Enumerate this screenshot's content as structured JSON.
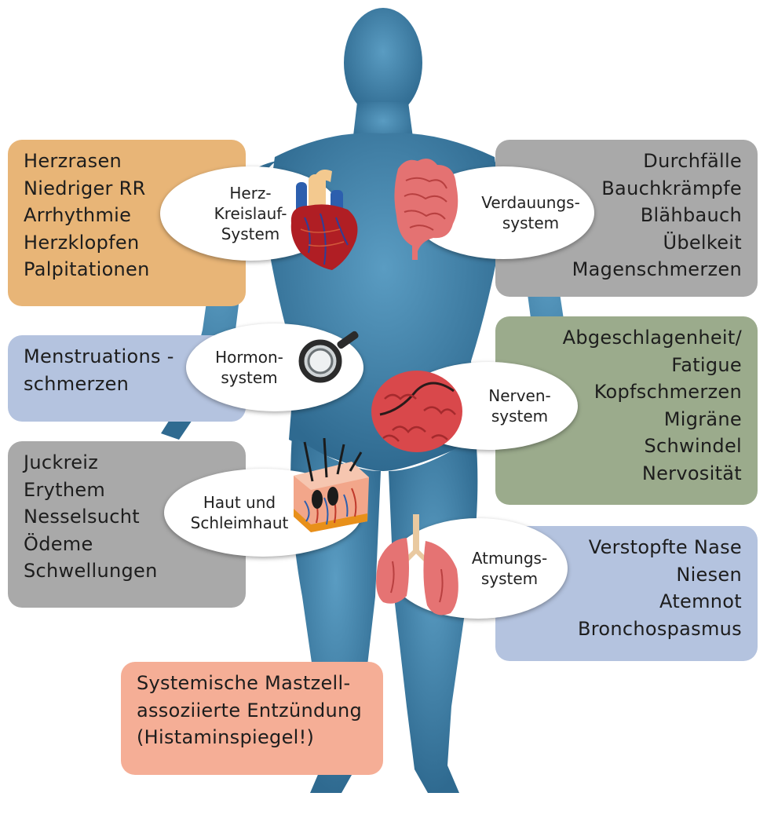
{
  "colors": {
    "body": "#3f7fa6",
    "cardio_box": "#e8b577",
    "digestive_box": "#a9a9a9",
    "hormone_box": "#b4c3df",
    "nerve_box": "#9bab8c",
    "skin_box": "#a9a9a9",
    "resp_box": "#b4c3df",
    "central_box": "#f5ae96"
  },
  "systems": {
    "cardio": {
      "label": [
        "Herz-",
        "Kreislauf-",
        "System"
      ],
      "symptoms": [
        "Herzrasen",
        "Niedriger RR",
        "Arrhythmie",
        "Herzklopfen",
        "Palpitationen"
      ],
      "icon": "heart-icon"
    },
    "digestive": {
      "label": [
        "Verdauungs-",
        "system"
      ],
      "symptoms": [
        "Durchfälle",
        "Bauchkrämpfe",
        "Blähbauch",
        "Übelkeit",
        "Magenschmerzen"
      ],
      "icon": "intestine-icon"
    },
    "hormone": {
      "label": [
        "Hormon-",
        "system"
      ],
      "symptoms": [
        "Menstruations -",
        "schmerzen"
      ],
      "icon": "magnifier-icon"
    },
    "nerve": {
      "label": [
        "Nerven-",
        "system"
      ],
      "symptoms": [
        "Abgeschlagenheit/",
        "Fatigue",
        "Kopfschmerzen",
        "Migräne",
        "Schwindel",
        "Nervosität"
      ],
      "icon": "brain-icon"
    },
    "skin": {
      "label": [
        "Haut und",
        "Schleimhaut"
      ],
      "symptoms": [
        "Juckreiz",
        "Erythem",
        "Nesselsucht",
        "Ödeme",
        "Schwellungen"
      ],
      "icon": "skin-icon"
    },
    "resp": {
      "label": [
        "Atmungs-",
        "system"
      ],
      "symptoms": [
        "Verstopfte Nase",
        "Niesen",
        "Atemnot",
        "Bronchospasmus"
      ],
      "icon": "lungs-icon"
    }
  },
  "central": {
    "lines": [
      "Systemische Mastzell-",
      "assoziierte Entzündung",
      "(Histaminspiegel!)"
    ]
  }
}
